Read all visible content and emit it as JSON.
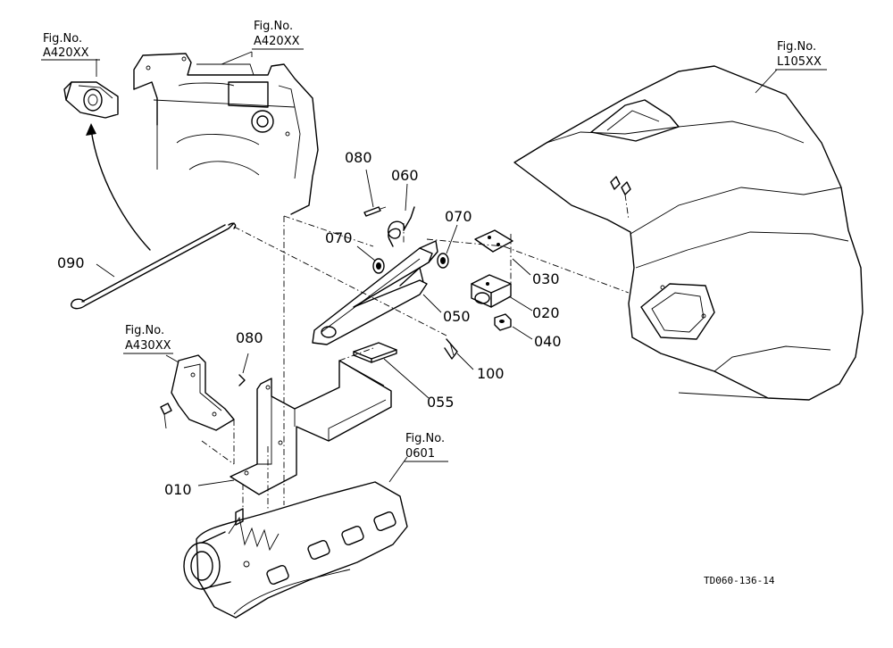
{
  "figure_refs": {
    "ref_a420_left": {
      "line1": "Fig.No.",
      "line2": "A420XX"
    },
    "ref_a420_top": {
      "line1": "Fig.No.",
      "line2": "A420XX"
    },
    "ref_l105": {
      "line1": "Fig.No.",
      "line2": "L105XX"
    },
    "ref_a430": {
      "line1": "Fig.No.",
      "line2": "A430XX"
    },
    "ref_0601": {
      "line1": "Fig.No.",
      "line2": "0601"
    }
  },
  "parts": {
    "p010": "010",
    "p020": "020",
    "p030": "030",
    "p040": "040",
    "p050": "050",
    "p055": "055",
    "p060": "060",
    "p070a": "070",
    "p070b": "070",
    "p080a": "080",
    "p080b": "080",
    "p090": "090",
    "p100": "100"
  },
  "drawing_code": "TD060-136-14"
}
